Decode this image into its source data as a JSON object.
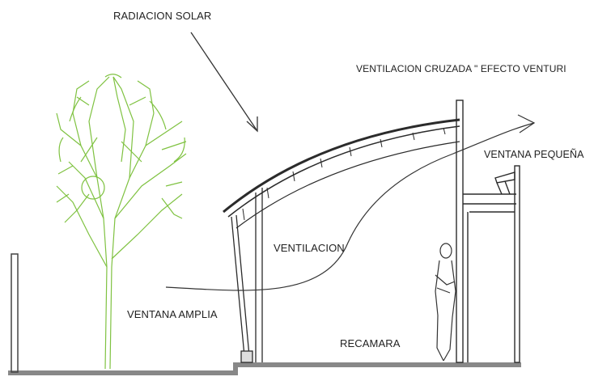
{
  "labels": {
    "solar": "RADIACION SOLAR",
    "cross_ventilation": "VENTILACION CRUZADA \" EFECTO VENTURI",
    "small_window": "VENTANA PEQUEÑA",
    "ventilation": "VENTILACION",
    "wide_window": "VENTANA AMPLIA",
    "bedroom": "RECAMARA"
  },
  "colors": {
    "line": "#2b2b2b",
    "tree": "#7fc241",
    "ground": "#555555"
  }
}
